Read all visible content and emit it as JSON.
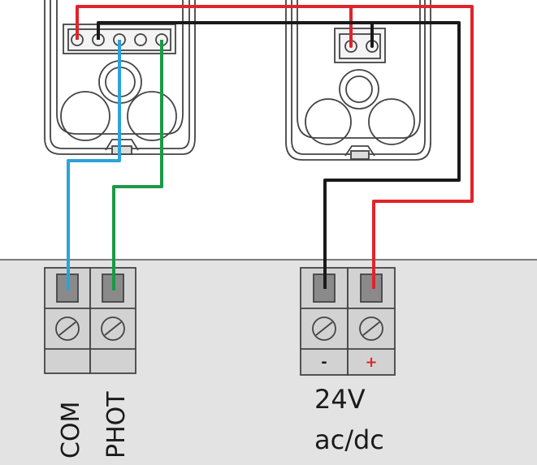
{
  "terminals": {
    "com_label": "COM",
    "phot_label": "PHOT",
    "minus_sign": "-",
    "plus_sign": "+"
  },
  "power": {
    "voltage_label": "24V",
    "type_label": "ac/dc"
  },
  "colors": {
    "wire_red": "#e0242b",
    "wire_black": "#1a1a1a",
    "wire_blue": "#2ba3dc",
    "wire_green": "#1a9a46",
    "panel_fill": "#e3e3e3",
    "terminal_fill": "#d2d2d2",
    "plus_color": "#e0242b"
  }
}
